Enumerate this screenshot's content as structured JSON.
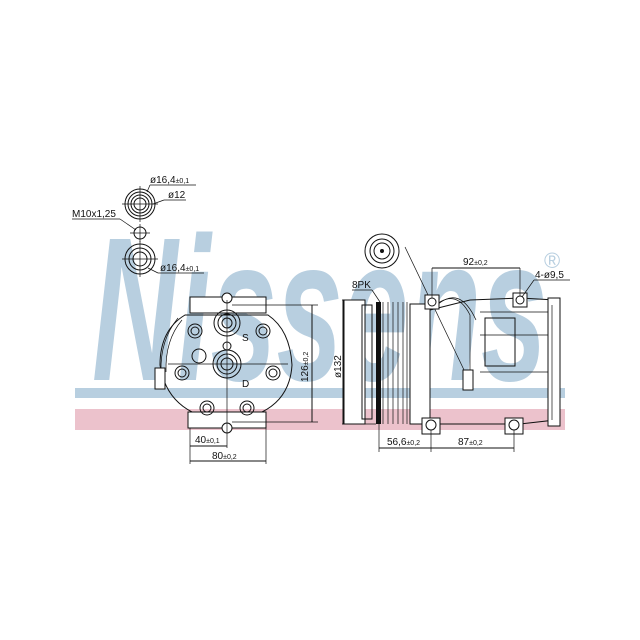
{
  "watermark": {
    "brand": "Nissens",
    "registered_mark": "®",
    "logo_color": "#b8cfe0",
    "stripe_blue": "#b8cfe0",
    "stripe_pink": "#ecc2cc"
  },
  "fitting_detail": {
    "labels": {
      "outer_dia_top": "ø16,4",
      "outer_dia_top_tol": "±0,1",
      "inner_dia": "ø12",
      "thread": "M10x1,25",
      "outer_dia_bottom": "ø16,4",
      "outer_dia_bottom_tol": "±0,1"
    }
  },
  "front_view": {
    "port_labels": {
      "suction": "S",
      "discharge": "D"
    },
    "dimensions": {
      "height": "126",
      "height_tol": "±0,2",
      "half_width": "40",
      "half_width_tol": "±0,1",
      "width": "80",
      "width_tol": "±0,2"
    }
  },
  "side_view": {
    "pulley_label": "8PK",
    "dimensions": {
      "pulley_dia": "ø132",
      "top_holes": "92",
      "top_holes_tol": "±0,2",
      "holes": "4-ø9,5",
      "pulley_offset": "56,6",
      "pulley_offset_tol": "±0,2",
      "bottom_holes": "87",
      "bottom_holes_tol": "±0,2"
    }
  }
}
